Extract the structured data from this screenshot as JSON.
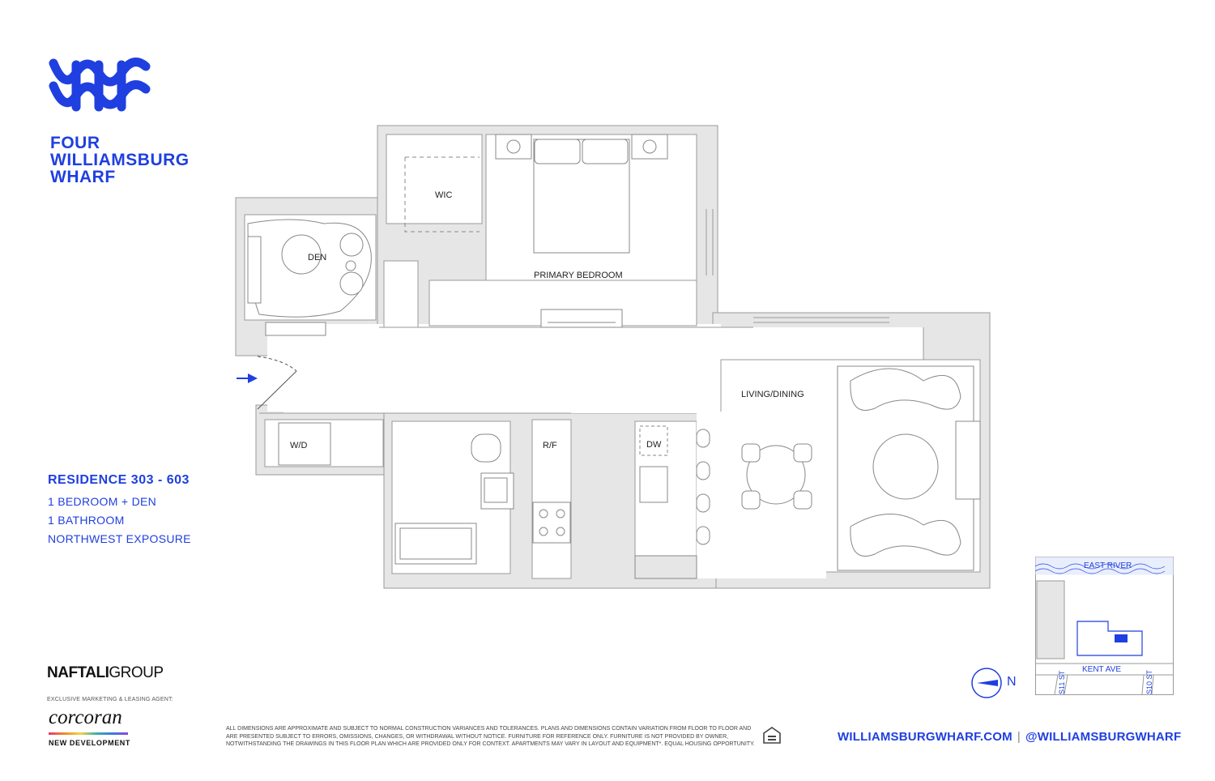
{
  "brand": {
    "logo_icon": "wave-w-logo",
    "name_line1": "FOUR",
    "name_line2": "WILLIAMSBURG",
    "name_line3": "WHARF",
    "accent_color": "#1f3fe0"
  },
  "residence": {
    "title": "RESIDENCE 303 - 603",
    "bedrooms": "1 BEDROOM + DEN",
    "bathrooms": "1 BATHROOM",
    "exposure": "NORTHWEST EXPOSURE"
  },
  "rooms": {
    "den": "DEN",
    "wic": "WIC",
    "primary_bedroom": "PRIMARY BEDROOM",
    "living_dining": "LIVING/DINING",
    "wd": "W/D",
    "rf": "R/F",
    "dw": "DW"
  },
  "key_plan": {
    "river": "EAST RIVER",
    "avenue": "KENT AVE",
    "street_left": "S11 ST",
    "street_right": "S10 ST"
  },
  "compass": {
    "label": "N",
    "icon": "north-compass-icon"
  },
  "developer": {
    "name_bold": "NAFTALI",
    "name_light": "GROUP",
    "agent_label": "EXCLUSIVE MARKETING & LEASING AGENT:",
    "agent_name": "corcoran",
    "agent_division": "NEW DEVELOPMENT"
  },
  "disclaimer": "ALL DIMENSIONS ARE APPROXIMATE AND SUBJECT TO NORMAL CONSTRUCTION VARIANCES AND TOLERANCES. PLANS AND DIMENSIONS CONTAIN VARIATION FROM FLOOR TO FLOOR AND ARE PRESENTED SUBJECT TO ERRORS, OMISSIONS, CHANGES, OR WITHDRAWAL WITHOUT NOTICE. FURNITURE FOR REFERENCE ONLY. FURNITURE IS NOT PROVIDED BY OWNER, NOTWITHSTANDING THE DRAWINGS IN THIS FLOOR PLAN WHICH ARE PROVIDED ONLY FOR CONTEXT. APARTMENTS MAY VARY IN LAYOUT AND EQUIPMENT*. EQUAL HOUSING OPPORTUNITY.",
  "equal_housing_icon": "equal-housing-icon",
  "footer": {
    "website": "WILLIAMSBURGWHARF.COM",
    "separator": "|",
    "handle": "@WILLIAMSBURGWHARF"
  },
  "entry_arrow_icon": "entry-arrow-icon"
}
